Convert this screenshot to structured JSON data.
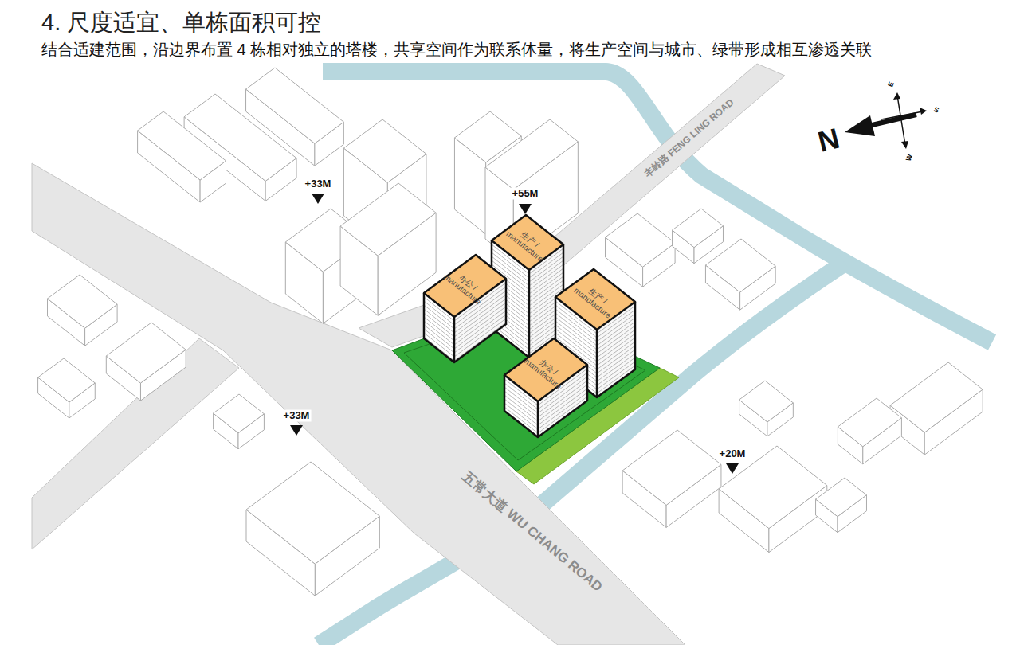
{
  "diagram": {
    "title": "4. 尺度适宜、单栋面积可控",
    "caption": "结合适建范围，沿边界布置 4 栋相对独立的塔楼，共享空间作为联系体量，将生产空间与城市、绿带形成相互渗透关联",
    "nodes": [
      {
        "text": [
          "生产 / manufacture"
        ]
      },
      {
        "text": [
          "办公 / manufacture"
        ]
      },
      {
        "text": [
          "生产 / manufacture"
        ]
      },
      {
        "text": [
          "办公 / manufacture"
        ]
      }
    ],
    "labels": [
      "+33M",
      "+55M",
      "+33M",
      "+20M",
      "丰岭路 FENG LING ROAD",
      "五常大道 WU CHANG ROAD",
      "N",
      "E",
      "S",
      "W"
    ]
  }
}
